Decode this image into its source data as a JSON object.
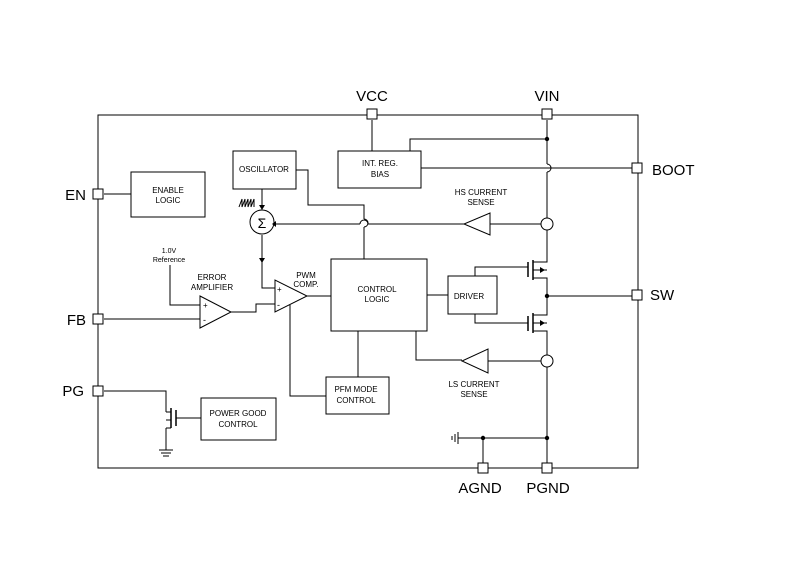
{
  "pins": {
    "vcc": "VCC",
    "vin": "VIN",
    "en": "EN",
    "boot": "BOOT",
    "fb": "FB",
    "sw": "SW",
    "pg": "PG",
    "agnd": "AGND",
    "pgnd": "PGND"
  },
  "blocks": {
    "enable_logic": [
      "ENABLE",
      "LOGIC"
    ],
    "oscillator": "OSCILLATOR",
    "int_reg_bias": [
      "INT. REG.",
      "BIAS"
    ],
    "control_logic": [
      "CONTROL",
      "LOGIC"
    ],
    "driver": "DRIVER",
    "pfm_mode_control": [
      "PFM MODE",
      "CONTROL"
    ],
    "power_good_control": [
      "POWER GOOD",
      "CONTROL"
    ]
  },
  "labels": {
    "reference": [
      "1.0V",
      "Reference"
    ],
    "error_amplifier": [
      "ERROR",
      "AMPLIFIER"
    ],
    "pwm_comp": [
      "PWM",
      "COMP."
    ],
    "hs_current_sense": [
      "HS CURRENT",
      "SENSE"
    ],
    "ls_current_sense": [
      "LS CURRENT",
      "SENSE"
    ],
    "sum_symbol": "Σ",
    "plus": "+",
    "minus": "-"
  },
  "colors": {
    "line": "#000000",
    "background": "#ffffff"
  }
}
